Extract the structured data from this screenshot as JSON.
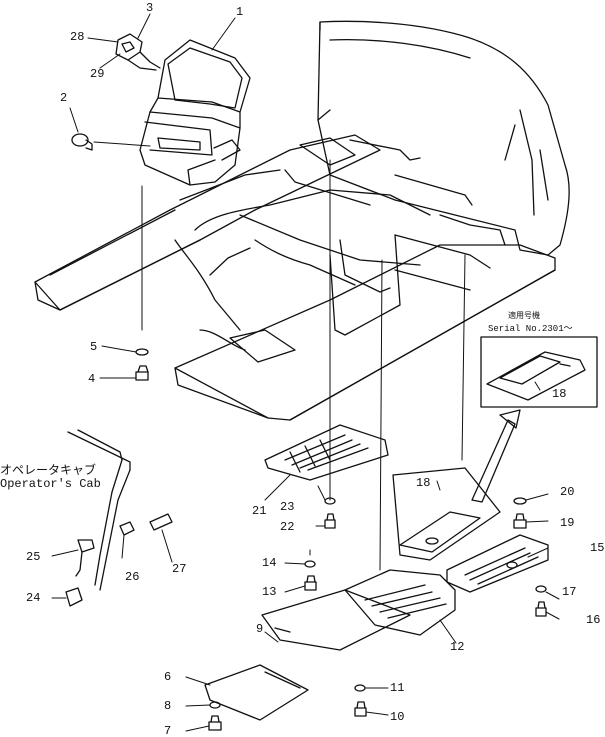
{
  "callouts": {
    "p1": "1",
    "p2": "2",
    "p3": "3",
    "p4": "4",
    "p5": "5",
    "p6": "6",
    "p7": "7",
    "p8": "8",
    "p9": "9",
    "p10": "10",
    "p11": "11",
    "p12": "12",
    "p13": "13",
    "p14": "14",
    "p15": "15",
    "p16": "16",
    "p17": "17",
    "p18": "18",
    "p18b": "18",
    "p19": "19",
    "p20": "20",
    "p21": "21",
    "p22": "22",
    "p23": "23",
    "p24": "24",
    "p25": "25",
    "p26": "26",
    "p27": "27",
    "p28": "28",
    "p29": "29"
  },
  "inset": {
    "heading_jp": "適用号機",
    "serial": "Serial No.2301～"
  },
  "cab_note": {
    "jp": "オペレータキャブ",
    "en": "Operator's Cab"
  }
}
